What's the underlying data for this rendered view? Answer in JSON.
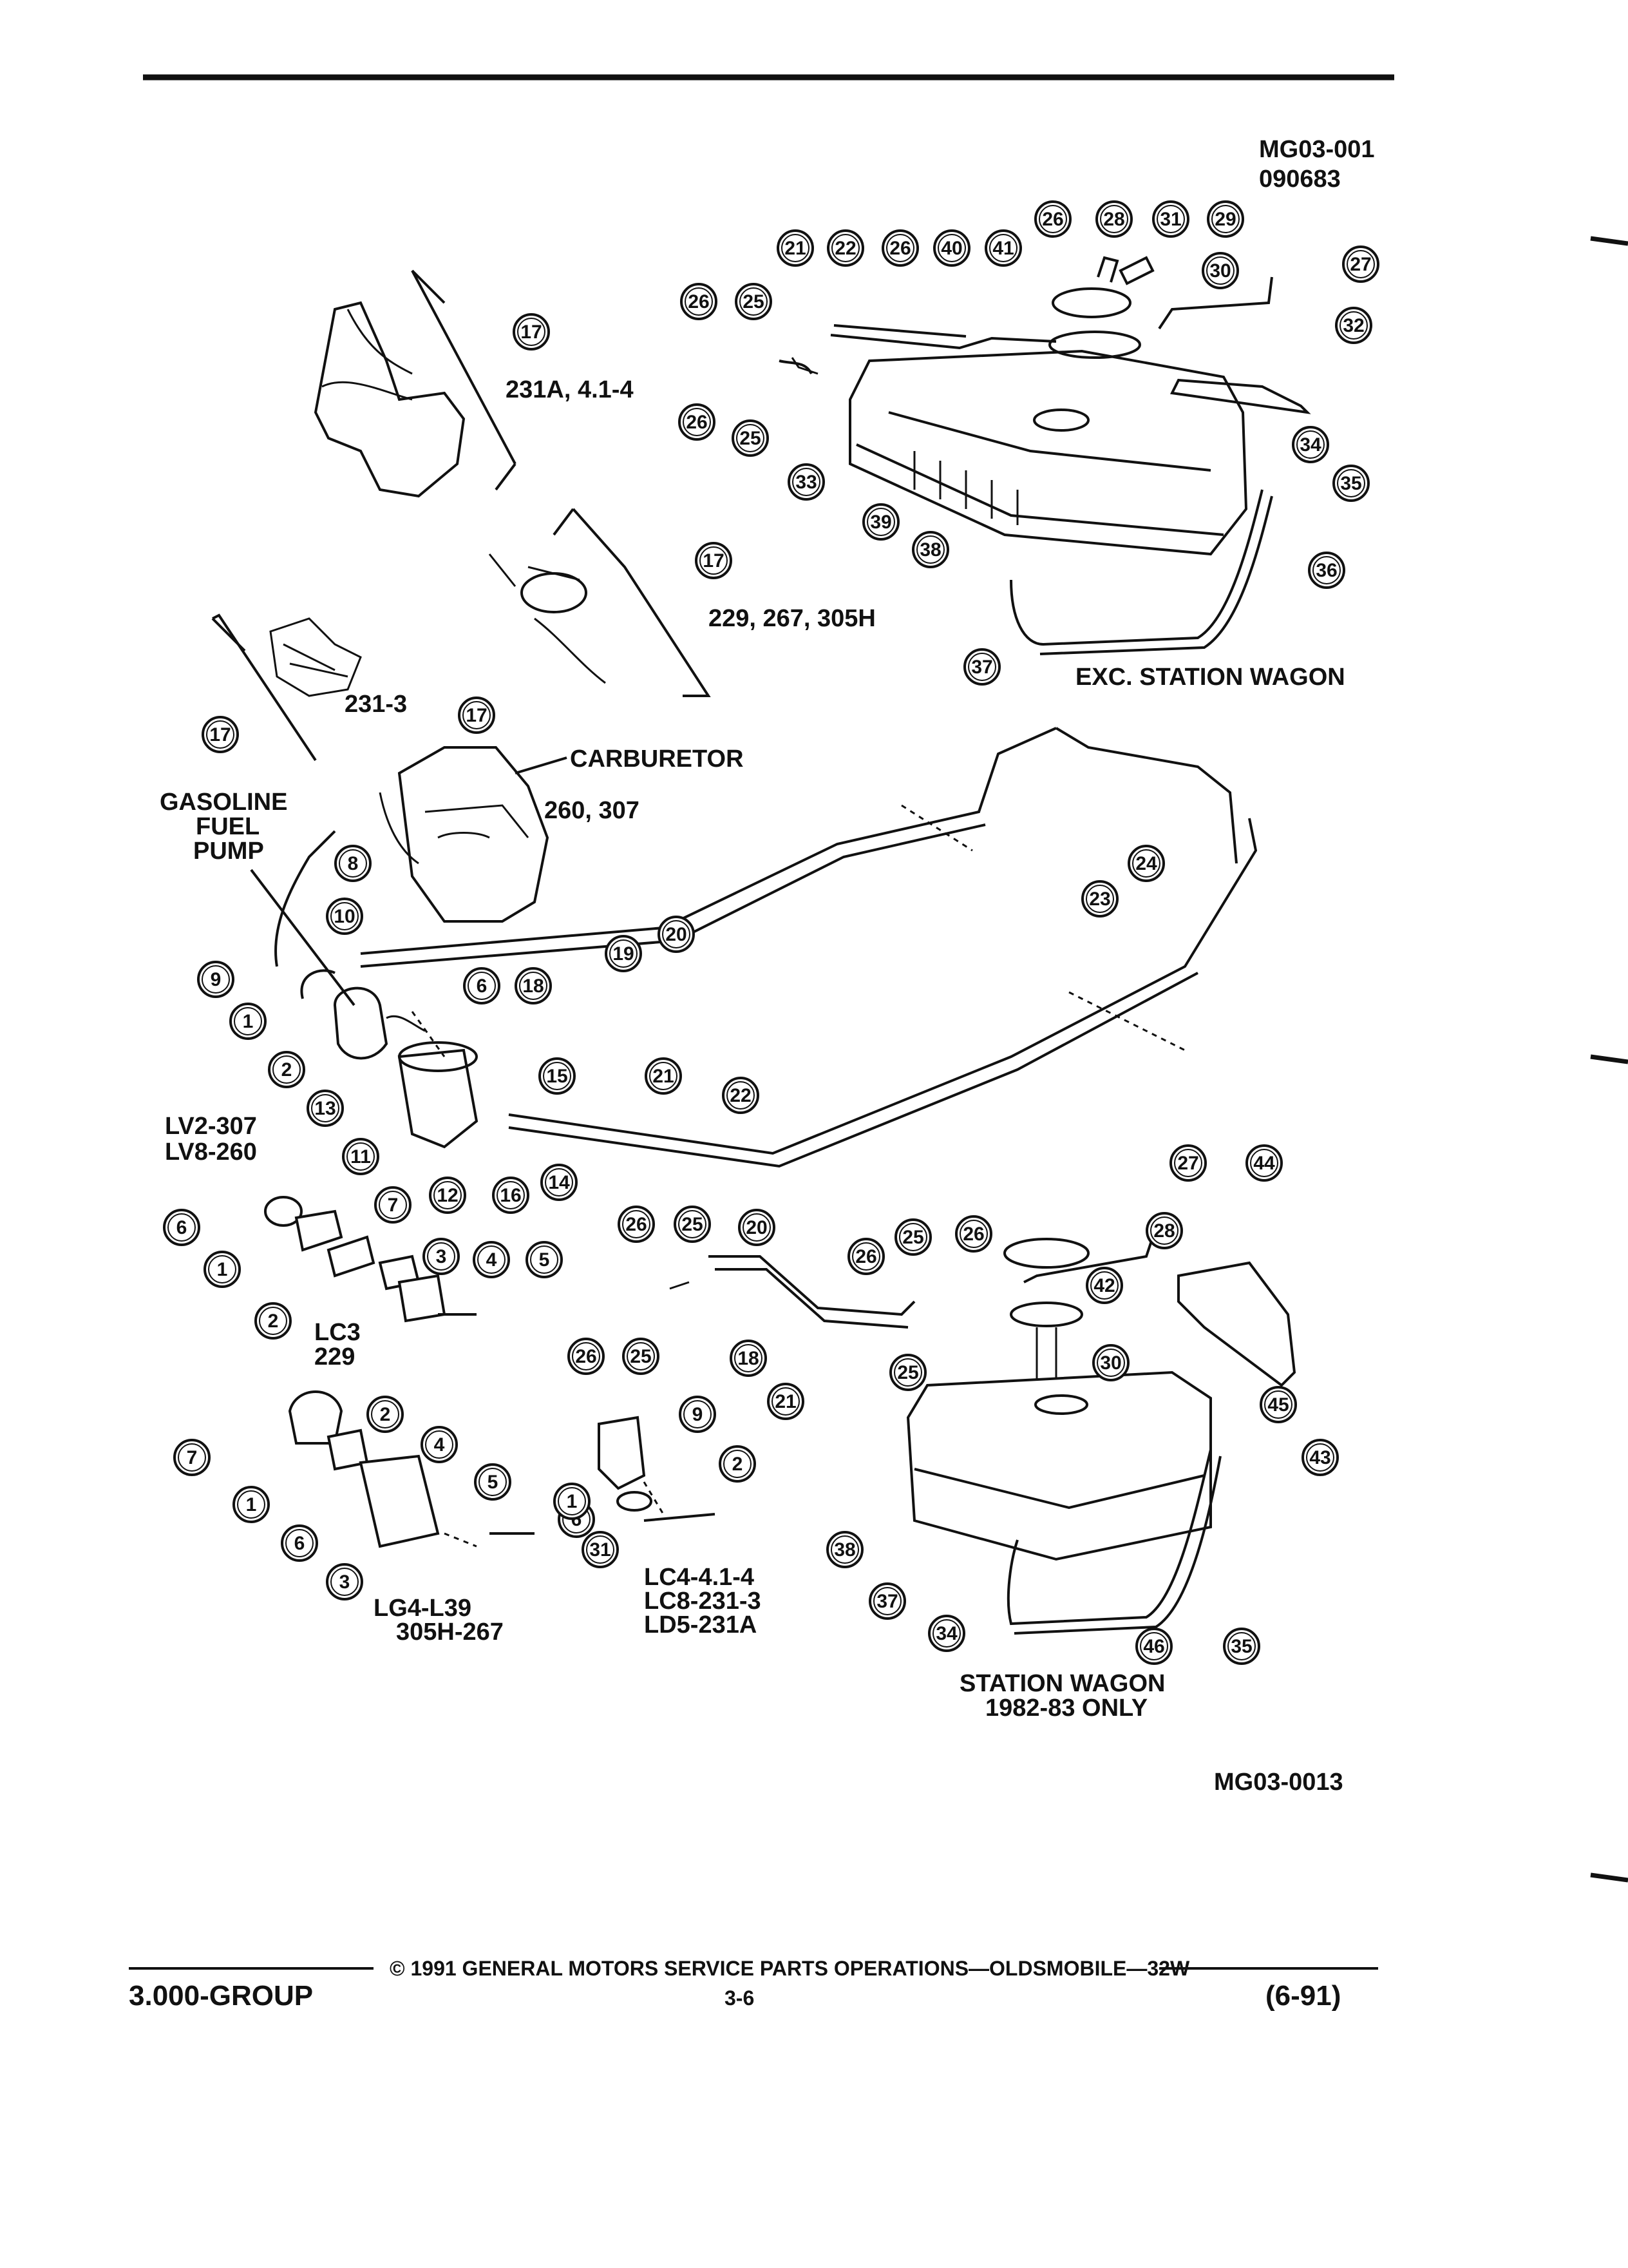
{
  "header": {
    "code_top": "MG03-001",
    "date_top": "090683"
  },
  "labels": {
    "l_231a": "231A, 4.1-4",
    "l_229": "229, 267, 305H",
    "l_2313": "231-3",
    "carb": "CARBURETOR",
    "l_260": "260, 307",
    "gas1": "GASOLINE",
    "gas2": "FUEL",
    "gas3": "PUMP",
    "lv2": "LV2-307",
    "lv8": "LV8-260",
    "lc3a": "LC3",
    "lc3b": "229",
    "lg4a": "LG4-L39",
    "lg4b": "305H-267",
    "lc4a": "LC4-4.1-4",
    "lc4b": "LC8-231-3",
    "lc4c": "LD5-231A",
    "exc": "EXC. STATION WAGON",
    "sw1": "STATION WAGON",
    "sw2": "1982-83 ONLY"
  },
  "figure_code": "MG03-0013",
  "footer": {
    "copyright": "© 1991 GENERAL MOTORS SERVICE PARTS OPERATIONS—OLDSMOBILE—32W",
    "group": "3.000-GROUP",
    "page": "3-6",
    "date": "(6-91)"
  },
  "callouts": [
    "17",
    "21",
    "22",
    "26",
    "40",
    "41",
    "26",
    "28",
    "31",
    "29",
    "30",
    "27",
    "32",
    "26",
    "25",
    "26",
    "25",
    "33",
    "39",
    "34",
    "35",
    "36",
    "38",
    "37",
    "17",
    "17",
    "17",
    "8",
    "10",
    "9",
    "1",
    "2",
    "13",
    "11",
    "12",
    "16",
    "14",
    "15",
    "6",
    "18",
    "19",
    "20",
    "24",
    "23",
    "21",
    "22",
    "6",
    "7",
    "1",
    "2",
    "3",
    "4",
    "5",
    "26",
    "25",
    "20",
    "26",
    "25",
    "18",
    "21",
    "26",
    "25",
    "26",
    "28",
    "42",
    "44",
    "27",
    "25",
    "30",
    "45",
    "7",
    "1",
    "6",
    "3",
    "2",
    "4",
    "5",
    "6",
    "9",
    "2",
    "1",
    "31",
    "43",
    "38",
    "37",
    "34",
    "46",
    "35"
  ]
}
